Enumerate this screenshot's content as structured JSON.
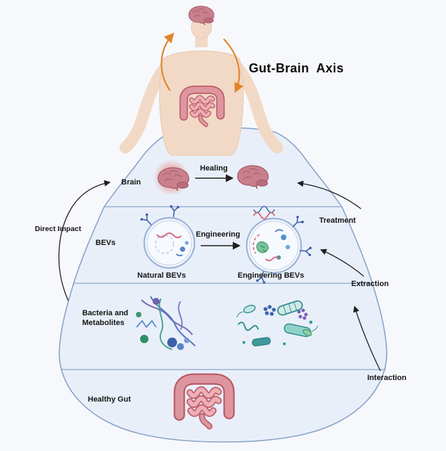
{
  "title": "Gut-Brain  Axis",
  "rows": {
    "brain": {
      "label": "Brain",
      "process": "Healing"
    },
    "bevs": {
      "label": "BEVs",
      "process": "Engineering",
      "natural": "Natural BEVs",
      "engineered": "Engineering BEVs"
    },
    "bacteria": {
      "label_line1": "Bacteria and",
      "label_line2": "Metabolites"
    },
    "gut": {
      "label": "Healthy Gut"
    }
  },
  "annotations": {
    "direct_impact": "Direct Impact",
    "treatment": "Treatment",
    "extraction": "Extraction",
    "interaction": "Interaction"
  },
  "colors": {
    "background": "#f7f8fc",
    "container_fill": "#e9eff9",
    "container_stroke": "#8aa5c9",
    "skin": "#f2d9c6",
    "brain_pink": "#c9808c",
    "intestine_pink": "#c0636f",
    "highlight_red": "#e8402e",
    "arrow_orange": "#e0862c",
    "annotation_black": "#1f1f1f",
    "vesicle_ring": "#9fb6d8",
    "bacteria_teal": "#2f8f8f"
  }
}
